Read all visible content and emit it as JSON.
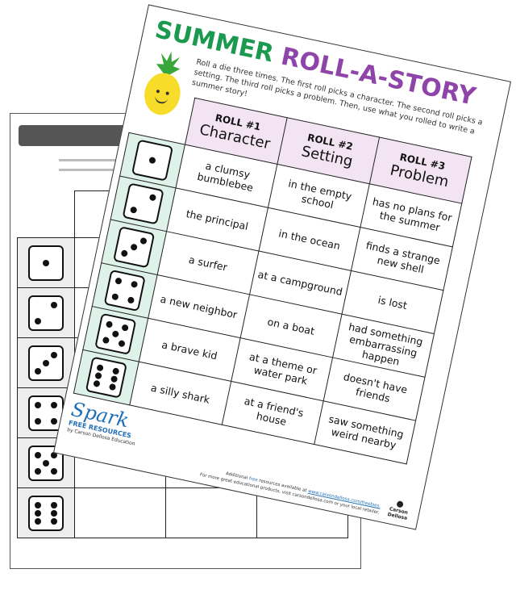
{
  "worksheet": {
    "title_part1": "SUMMER",
    "title_part2": "ROLL-A-STORY",
    "instructions": "Roll a die three times. The first roll picks a character. The second roll picks a setting. The third roll picks a problem. Then, use what you rolled to write a summer story!",
    "headers": [
      {
        "roll": "ROLL #1",
        "label": "Character"
      },
      {
        "roll": "ROLL #2",
        "label": "Setting"
      },
      {
        "roll": "ROLL #3",
        "label": "Problem"
      }
    ],
    "rows": [
      {
        "die": 1,
        "character": "a clumsy bumblebee",
        "setting": "in the empty school",
        "problem": "has no plans for the summer"
      },
      {
        "die": 2,
        "character": "the principal",
        "setting": "in the ocean",
        "problem": "finds a strange new shell"
      },
      {
        "die": 3,
        "character": "a surfer",
        "setting": "at a campground",
        "problem": "is lost"
      },
      {
        "die": 4,
        "character": "a new neighbor",
        "setting": "on a boat",
        "problem": "had something embarrassing happen"
      },
      {
        "die": 5,
        "character": "a brave kid",
        "setting": "at a theme or water park",
        "problem": "doesn't have friends"
      },
      {
        "die": 6,
        "character": "a silly shark",
        "setting": "at a friend's house",
        "problem": "saw something weird nearby"
      }
    ],
    "logo": {
      "name": "Spark",
      "tagline": "FREE RESOURCES",
      "by": "by Carson Dellosa Education"
    },
    "footer": {
      "line1_prefix": "Additional",
      "line1_free": "free",
      "line1_mid": "resources available at",
      "line1_link": "www.carsondellosa.com/freebies.",
      "line2": "For more great educational products, visit carsondellosa.com or your local retailer."
    },
    "publisher_mark": "Carson Dellosa Education"
  },
  "colors": {
    "title_green": "#1b9a4f",
    "title_purple": "#8e44a8",
    "header_bg": "#f2e4f2",
    "dice_bg": "#dff2ea",
    "link": "#1f6fb8"
  }
}
